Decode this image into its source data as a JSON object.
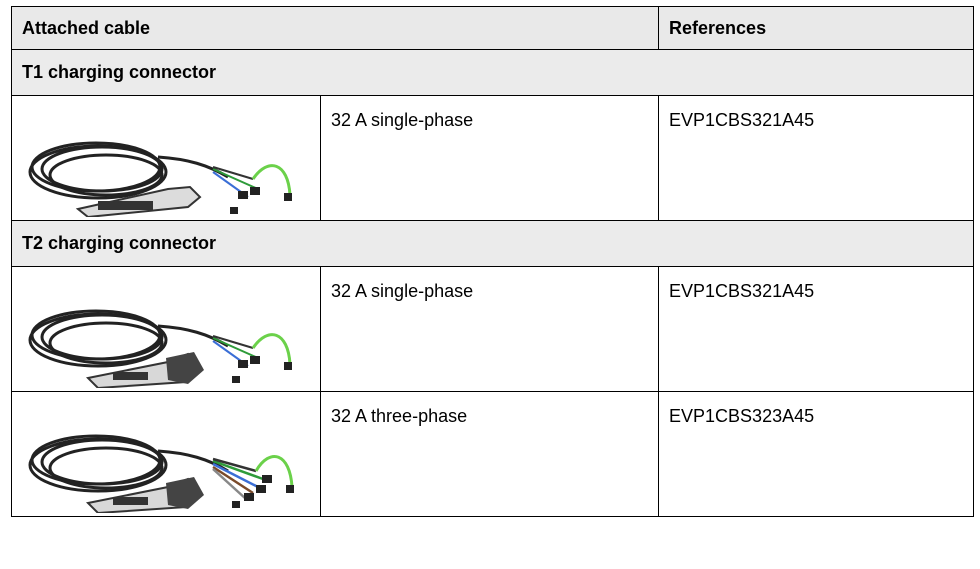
{
  "header": {
    "col1": "Attached cable",
    "col3": "References"
  },
  "sections": [
    {
      "title": "T1 charging connector",
      "rows": [
        {
          "image_icon": "t1-cable-image-icon",
          "description": "32 A single-phase",
          "reference": "EVP1CBS321A45"
        }
      ]
    },
    {
      "title": "T2 charging connector",
      "rows": [
        {
          "image_icon": "t2-cable-image-icon",
          "description": "32 A single-phase",
          "reference": "EVP1CBS321A45"
        },
        {
          "image_icon": "t2-cable-image-icon",
          "description": "32 A three-phase",
          "reference": "EVP1CBS323A45"
        }
      ]
    }
  ]
}
